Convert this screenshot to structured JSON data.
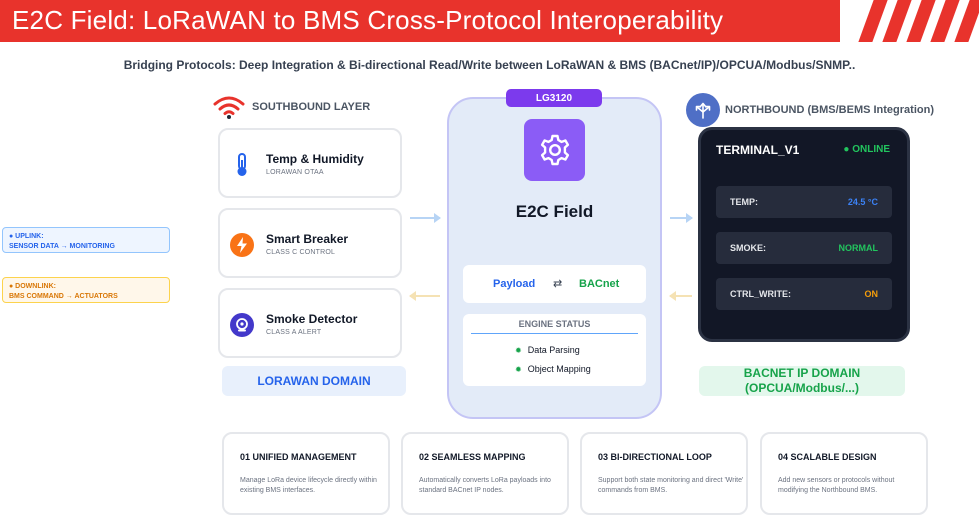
{
  "header": {
    "title": "E2C Field: LoRaWAN to BMS Cross-Protocol Interoperability",
    "subtitle": "Bridging Protocols: Deep Integration & Bi-directional Read/Write between LoRaWAN & BMS (BACnet/IP)/OPCUA/Modbus/SNMP.."
  },
  "southbound": {
    "label": "SOUTHBOUND LAYER",
    "icon": "wifi-icon",
    "devices": [
      {
        "name": "Temp & Humidity",
        "sub": "LORAWAN OTAA",
        "icon": "thermometer-icon"
      },
      {
        "name": "Smart Breaker",
        "sub": "CLASS C CONTROL",
        "icon": "lightning-icon",
        "color": "#f97316"
      },
      {
        "name": "Smoke Detector",
        "sub": "CLASS A ALERT",
        "icon": "alarm-icon",
        "color": "#4338ca"
      }
    ],
    "domain": "LORAWAN DOMAIN"
  },
  "legend": {
    "uplink_title": "● UPLINK:",
    "uplink_desc": "SENSOR DATA → MONITORING",
    "downlink_title": "● DOWNLINK:",
    "downlink_desc": "BMS COMMAND → ACTUATORS"
  },
  "gateway": {
    "tag": "LG3120",
    "icon": "gear-icon",
    "title": "E2C Field",
    "mapping_left": "Payload",
    "mapping_mid": "⇄",
    "mapping_right": "BACnet",
    "engine_status": "ENGINE STATUS",
    "engine_items": [
      "Data Parsing",
      "Object Mapping"
    ]
  },
  "northbound": {
    "label": "NORTHBOUND (BMS/BEMS Integration)",
    "icon": "network-arrows-icon",
    "terminal_title": "TERMINAL_V1",
    "terminal_status": "● ONLINE",
    "rows": [
      {
        "key": "TEMP:",
        "value": "24.5 °C",
        "color": "#3b82f6"
      },
      {
        "key": "SMOKE:",
        "value": "NORMAL",
        "color": "#22c55e"
      },
      {
        "key": "CTRL_WRITE:",
        "value": "ON",
        "color": "#f59e0b"
      }
    ],
    "domain_line1": "BACNET IP DOMAIN",
    "domain_line2": "(OPCUA/Modbus/...)"
  },
  "features": [
    {
      "title": "01 UNIFIED MANAGEMENT",
      "desc": "Manage LoRa device lifecycle directly within existing BMS interfaces."
    },
    {
      "title": "02 SEAMLESS MAPPING",
      "desc": "Automatically converts LoRa payloads into standard BACnet IP nodes."
    },
    {
      "title": "03 BI-DIRECTIONAL LOOP",
      "desc": "Support both state monitoring and direct 'Write' commands from BMS."
    },
    {
      "title": "04 SCALABLE DESIGN",
      "desc": "Add new sensors or protocols without modifying the Northbound BMS."
    }
  ],
  "colors": {
    "brand_red": "#e8332c",
    "accent_purple": "#8b5cf6",
    "lora_blue": "#2563eb",
    "bacnet_green": "#16a34a"
  }
}
